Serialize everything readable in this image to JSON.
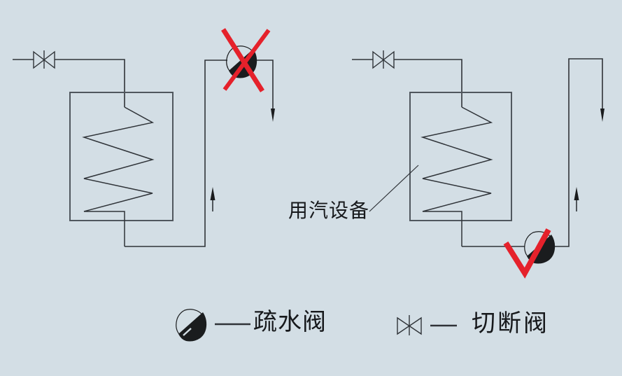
{
  "diagram": {
    "equipment_label": "用汽设备",
    "legend": [
      {
        "symbol": "steam-trap",
        "label": "疏水阀"
      },
      {
        "symbol": "shutoff-valve",
        "label": "切断阀"
      }
    ],
    "icons": {
      "steam_trap": "circle-half-filled-black",
      "shutoff_valve": "bowtie-valve",
      "wrong_mark": "red-x",
      "correct_mark": "red-check",
      "flow_up": "arrow-up",
      "outlet_down": "arrow-down"
    },
    "colors": {
      "background": "#d3dee5",
      "line": "#2f3338",
      "box_line": "#50575e",
      "text": "#17191c",
      "mark_red": "#e5212b",
      "symbol_black": "#1a1c1e"
    }
  }
}
